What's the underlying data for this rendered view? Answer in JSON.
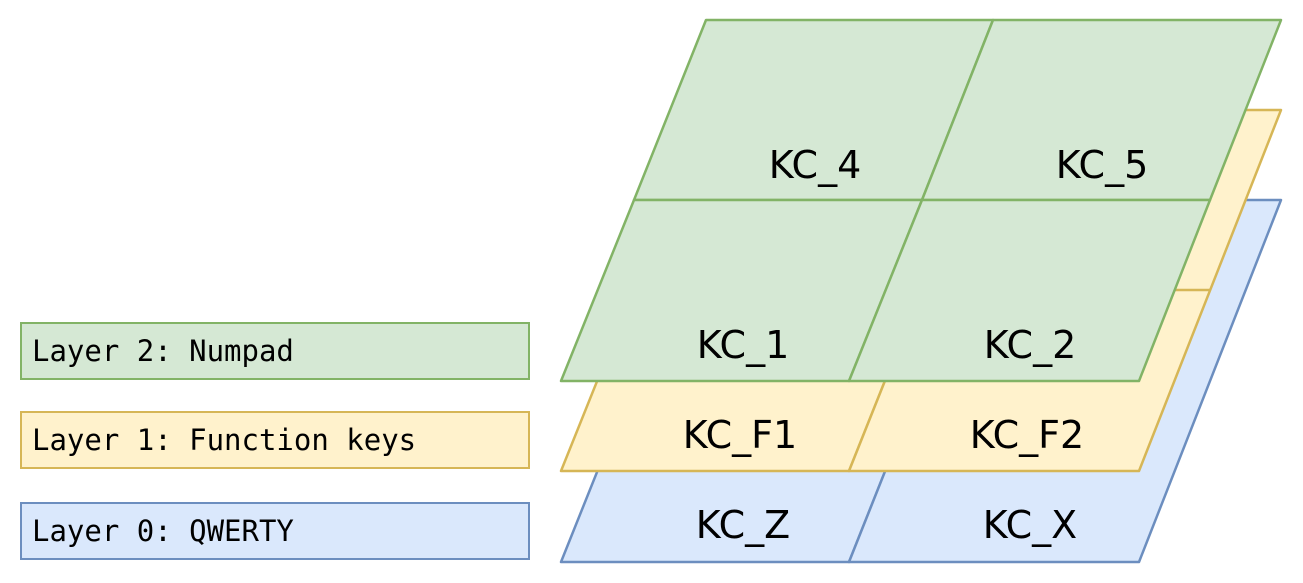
{
  "layers": [
    {
      "id": "layer-0",
      "legend_label": "Layer 0: QWERTY",
      "fill": "#dae8fc",
      "stroke": "#6c8ebf",
      "keys": [
        "KC_Z",
        "KC_X"
      ]
    },
    {
      "id": "layer-1",
      "legend_label": "Layer 1: Function keys",
      "fill": "#fff2cc",
      "stroke": "#d6b656",
      "keys": [
        "KC_F1",
        "KC_F2"
      ]
    },
    {
      "id": "layer-2",
      "legend_label": "Layer 2: Numpad",
      "fill": "#d5e8d4",
      "stroke": "#82b366",
      "keys": [
        "KC_1",
        "KC_2",
        "KC_4",
        "KC_5"
      ]
    }
  ]
}
